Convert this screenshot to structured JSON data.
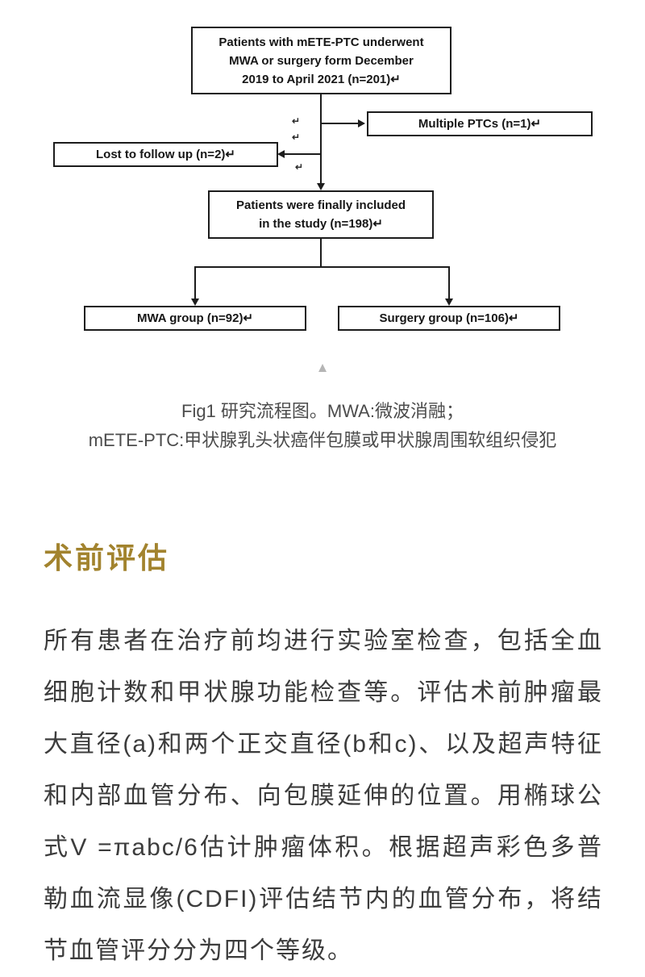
{
  "figure": {
    "boxes": {
      "top": {
        "line1": "Patients with mETE-PTC underwent",
        "line2": "MWA or surgery form December",
        "line3": "2019 to April 2021 (n=201)↵"
      },
      "multiple_ptcs": "Multiple PTCs (n=1)↵",
      "lost_follow_up": "Lost to follow up (n=2)↵",
      "included": {
        "line1": "Patients were finally included",
        "line2": "in the study (n=198)↵"
      },
      "mwa_group": "MWA group (n=92)↵",
      "surgery_group": "Surgery group (n=106)↵"
    },
    "return_mark": "↵",
    "triangle_marker": "▲",
    "caption": {
      "line1": "Fig1 研究流程图。MWA:微波消融；",
      "line2": "mETE-PTC:甲状腺乳头状癌伴包膜或甲状腺周围软组织侵犯"
    }
  },
  "section": {
    "heading": "术前评估",
    "heading_color": "#a2832e",
    "paragraph": "所有患者在治疗前均进行实验室检查，包括全血细胞计数和甲状腺功能检查等。评估术前肿瘤最大直径(a)和两个正交直径(b和c)、以及超声特征和内部血管分布、向包膜延伸的位置。用椭球公式V =πabc/6估计肿瘤体积。根据超声彩色多普勒血流显像(CDFI)评估结节内的血管分布，将结节血管评分分为四个等级。"
  }
}
